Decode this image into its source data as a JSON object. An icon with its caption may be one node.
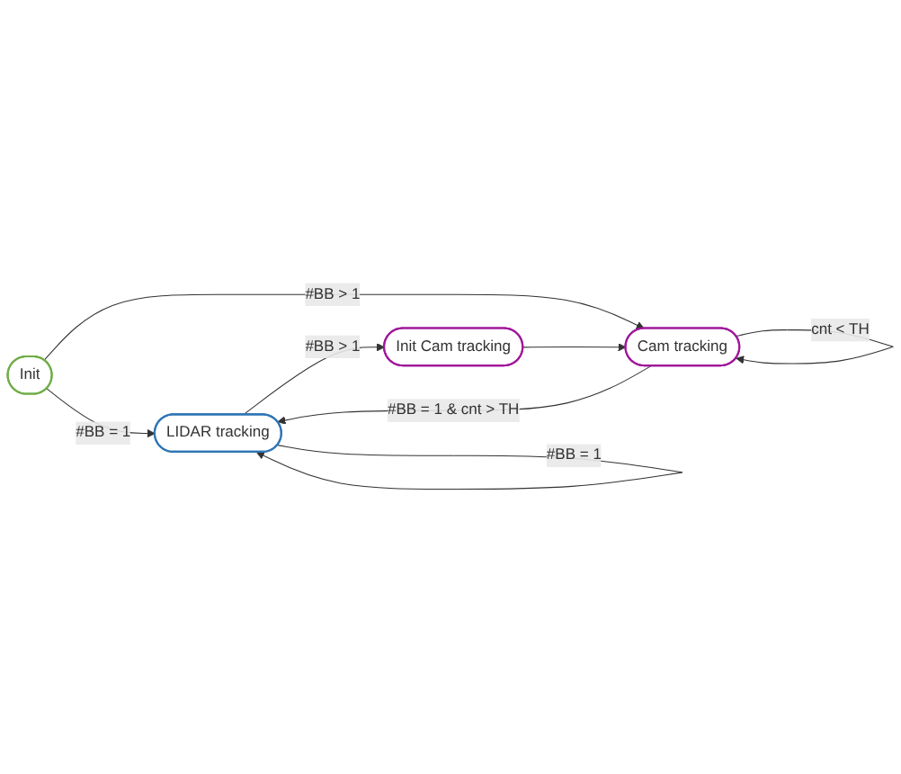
{
  "diagram": {
    "nodes": [
      {
        "text": [
          "Init"
        ]
      },
      {
        "text": [
          "LIDAR tracking"
        ]
      },
      {
        "text": [
          "Init Cam tracking"
        ]
      },
      {
        "text": [
          "Cam tracking"
        ]
      }
    ],
    "edges": [
      {
        "from": 0,
        "to": 1,
        "arrow": "to",
        "label": "#BB = 1"
      },
      {
        "from": 1,
        "to": 1,
        "arrow": "to",
        "label": "#BB = 1"
      },
      {
        "from": 1,
        "to": 2,
        "arrow": "to",
        "label": "#BB > 1"
      },
      {
        "from": 0,
        "to": 3,
        "arrow": "to",
        "label": "#BB > 1"
      },
      {
        "from": 3,
        "to": 1,
        "arrow": "to",
        "label": "#BB = 1 & cnt > TH"
      },
      {
        "from": 2,
        "to": 3,
        "arrow": "to"
      },
      {
        "from": 3,
        "to": 3,
        "arrow": "to",
        "label": "cnt < TH"
      }
    ]
  }
}
